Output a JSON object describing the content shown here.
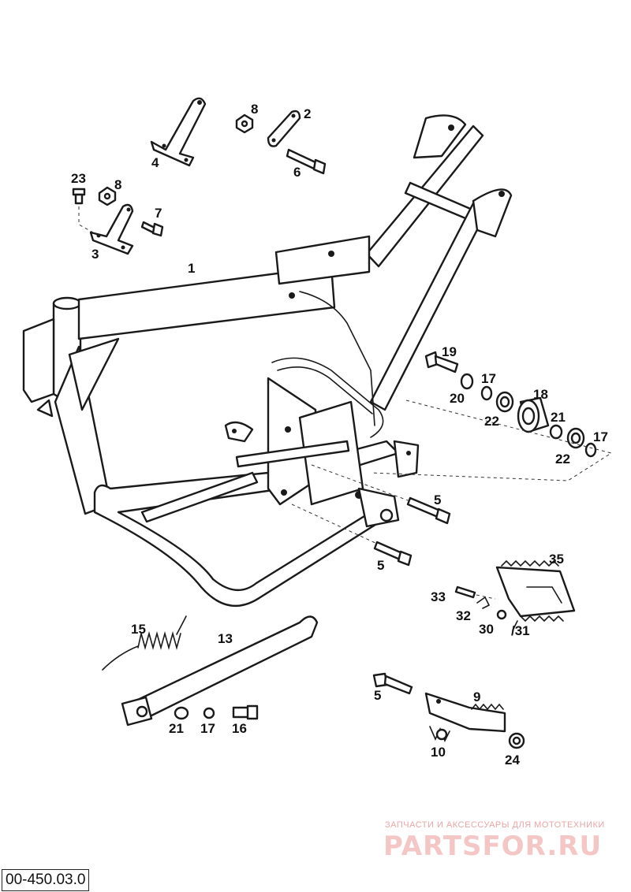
{
  "diagram_code": "00-450.03.0",
  "watermark": {
    "tagline": "ЗАПЧАСТИ И АКСЕССУАРЫ ДЛЯ МОТОТЕХНИКИ",
    "brand": "PARTSFOR.RU"
  },
  "callouts": {
    "c1": "1",
    "c2": "2",
    "c3": "3",
    "c4": "4",
    "c5a": "5",
    "c5b": "5",
    "c5c": "5",
    "c6": "6",
    "c7": "7",
    "c8a": "8",
    "c8b": "8",
    "c9": "9",
    "c10": "10",
    "c13": "13",
    "c15": "15",
    "c16": "16",
    "c17a": "17",
    "c17b": "17",
    "c17c": "17",
    "c18": "18",
    "c19": "19",
    "c20": "20",
    "c21a": "21",
    "c21b": "21",
    "c22a": "22",
    "c22b": "22",
    "c23": "23",
    "c24": "24",
    "c30": "30",
    "c31": "/31",
    "c32": "32",
    "c33": "33",
    "c35": "35"
  }
}
